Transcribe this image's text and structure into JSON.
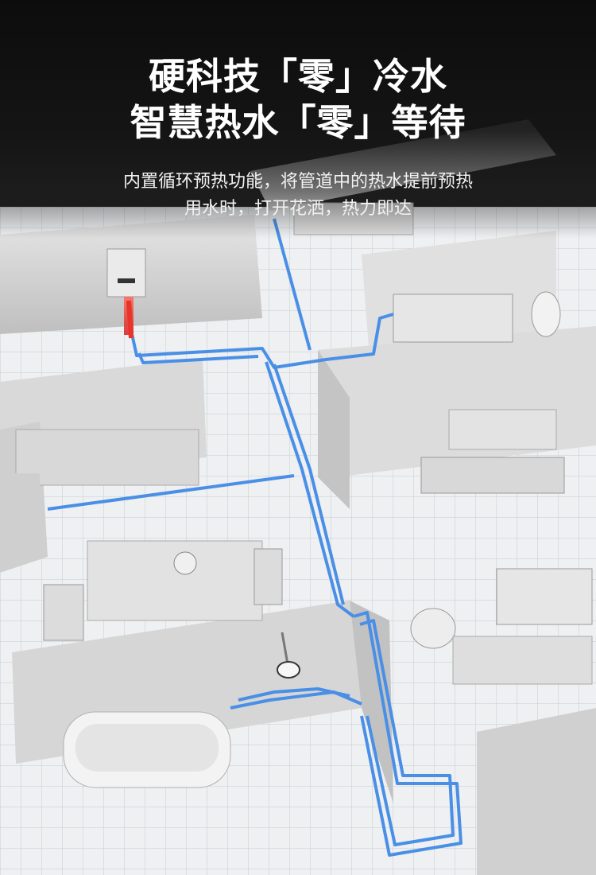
{
  "headline": {
    "line1": "硬科技「零」冷水",
    "line2": "智慧热水「零」等待"
  },
  "subtitle": {
    "line1": "内置循环预热功能，将管道中的热水提前预热",
    "line2": "用水时，打开花洒，热力即达"
  },
  "colors": {
    "background_top": "#111111",
    "pipe_blue": "#4a8fe6",
    "pipe_hot_red": "#e8342a",
    "floor": "#eceef0",
    "wall": "#d9d9d9"
  },
  "icons": [
    "water-heater-icon",
    "shower-head-icon",
    "bathtub-icon",
    "toilet-icon",
    "sofa-icon",
    "bed-icon",
    "kitchen-counter-icon",
    "dining-table-icon"
  ]
}
